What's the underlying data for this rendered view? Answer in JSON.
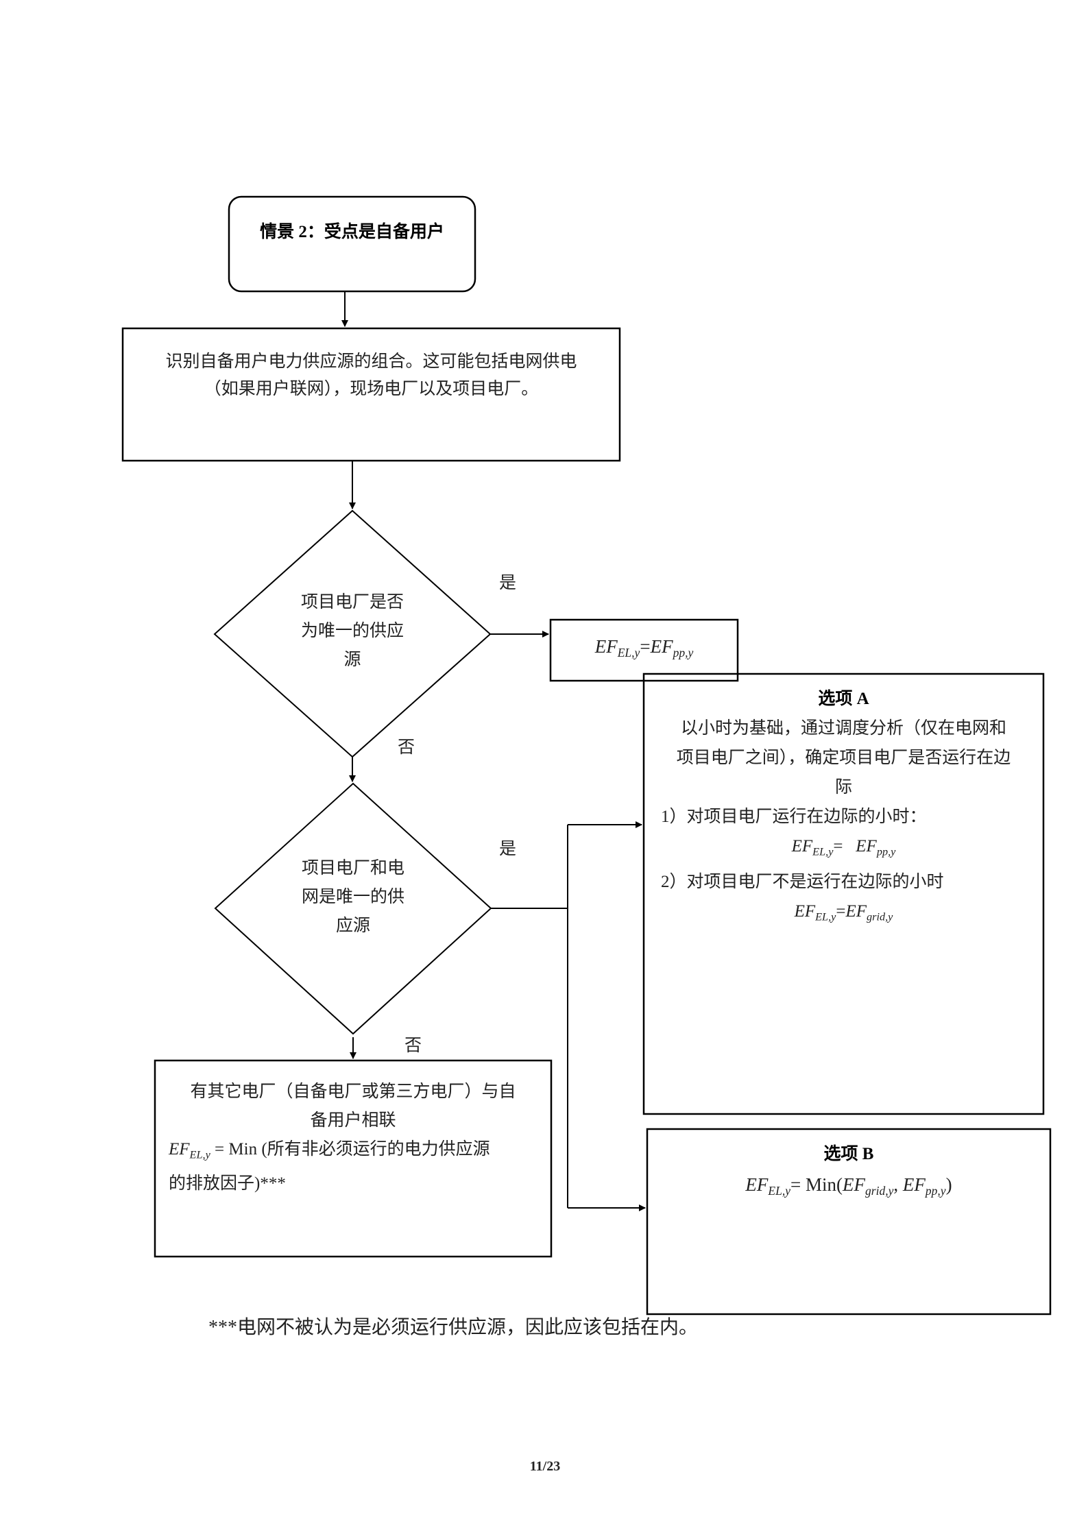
{
  "scenario": {
    "title": "情景 2：受点是自备用户"
  },
  "identify_step": {
    "lines": [
      "识别自备用户电力供应源的组合。这可能包括电网供电",
      "（如果用户联网），现场电厂以及项目电厂。"
    ]
  },
  "decision_1": {
    "lines": [
      "项目电厂是否",
      "为唯一的供应",
      "源"
    ],
    "yes_label": "是",
    "no_label": "否"
  },
  "result_1": {
    "lhs": "EF",
    "lhs_sub": "EL,y",
    "eq": "=",
    "rhs": "EF",
    "rhs_sub": "pp,y"
  },
  "decision_2": {
    "lines": [
      "项目电厂和电",
      "网是唯一的供",
      "应源"
    ],
    "yes_label": "是",
    "no_label": "否"
  },
  "option_a": {
    "title": "选项 A",
    "desc_lines": [
      "以小时为基础，通过调度分析（仅在电网和",
      "项目电厂之间），确定项目电厂是否运行在边",
      "际"
    ],
    "case1": "1）对项目电厂运行在边际的小时：",
    "formula1": {
      "lhs": "EF",
      "lhs_sub": "EL,y",
      "eq": "=",
      "rhs": "EF",
      "rhs_sub": "pp,y"
    },
    "case2": "2）对项目电厂不是运行在边际的小时",
    "formula2": {
      "lhs": "EF",
      "lhs_sub": "EL,y",
      "eq": "=",
      "rhs": "EF",
      "rhs_sub": "grid,y"
    }
  },
  "option_b": {
    "title": "选项 B",
    "formula": {
      "lhs": "EF",
      "lhs_sub": "EL,y",
      "eq": "= Min(",
      "a": "EF",
      "a_sub": "grid,y",
      "sep": ",",
      "b": "EF",
      "b_sub": "pp,y",
      "close": ")"
    }
  },
  "other_plants": {
    "line1": "有其它电厂（自备电厂或第三方电厂）与自",
    "line2": "备用户相联",
    "formula_lhs": "EF",
    "formula_sub": "EL,y",
    "formula_rest": " = Min (所有非必须运行的电力供应源",
    "line4": "的排放因子)***"
  },
  "footnote": "***电网不被认为是必须运行供应源，因此应该包括在内。",
  "page_number": "11/23"
}
